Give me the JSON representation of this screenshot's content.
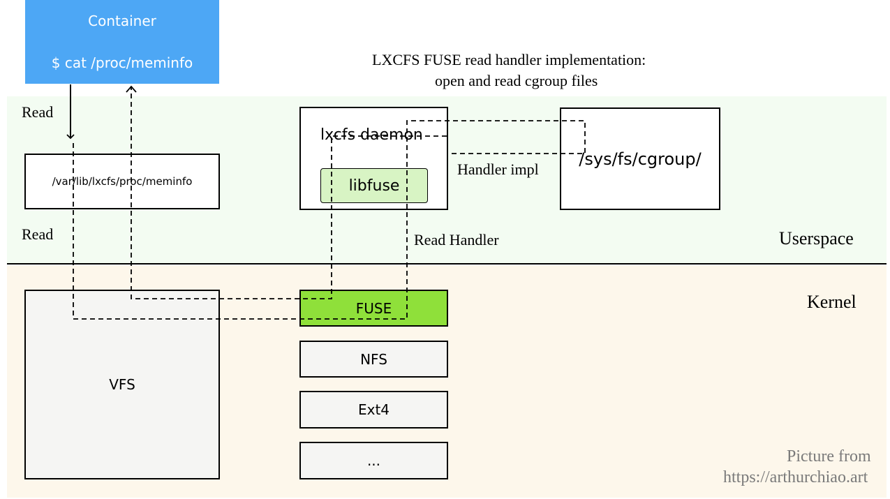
{
  "container": {
    "title": "Container",
    "command": "$ cat /proc/meminfo",
    "fill": "#4da7f5"
  },
  "caption": {
    "line1": "LXCFS FUSE read handler implementation:",
    "line2": "open and read cgroup files"
  },
  "labels": {
    "read_top": "Read",
    "read_bottom": "Read",
    "handler_impl": "Handler impl",
    "read_handler": "Read Handler",
    "userspace": "Userspace",
    "kernel": "Kernel"
  },
  "boxes": {
    "meminfo_path": "/var/lib/lxcfs/proc/meminfo",
    "lxcfs_daemon": "lxcfs daemon",
    "libfuse": "libfuse",
    "cgroup_path": "/sys/fs/cgroup/",
    "vfs": "VFS",
    "fuse": "FUSE",
    "nfs": "NFS",
    "ext4": "Ext4",
    "more": "..."
  },
  "credit": {
    "line1": "Picture from",
    "line2": "https://arthurchiao.art"
  },
  "colors": {
    "userspace_band": "#f3fcf2",
    "kernel_band": "#fdf7eb",
    "fuse_fill": "#8fe03a",
    "libfuse_fill": "#d8f4c4",
    "fs_box_fill": "#f5f5f3"
  }
}
